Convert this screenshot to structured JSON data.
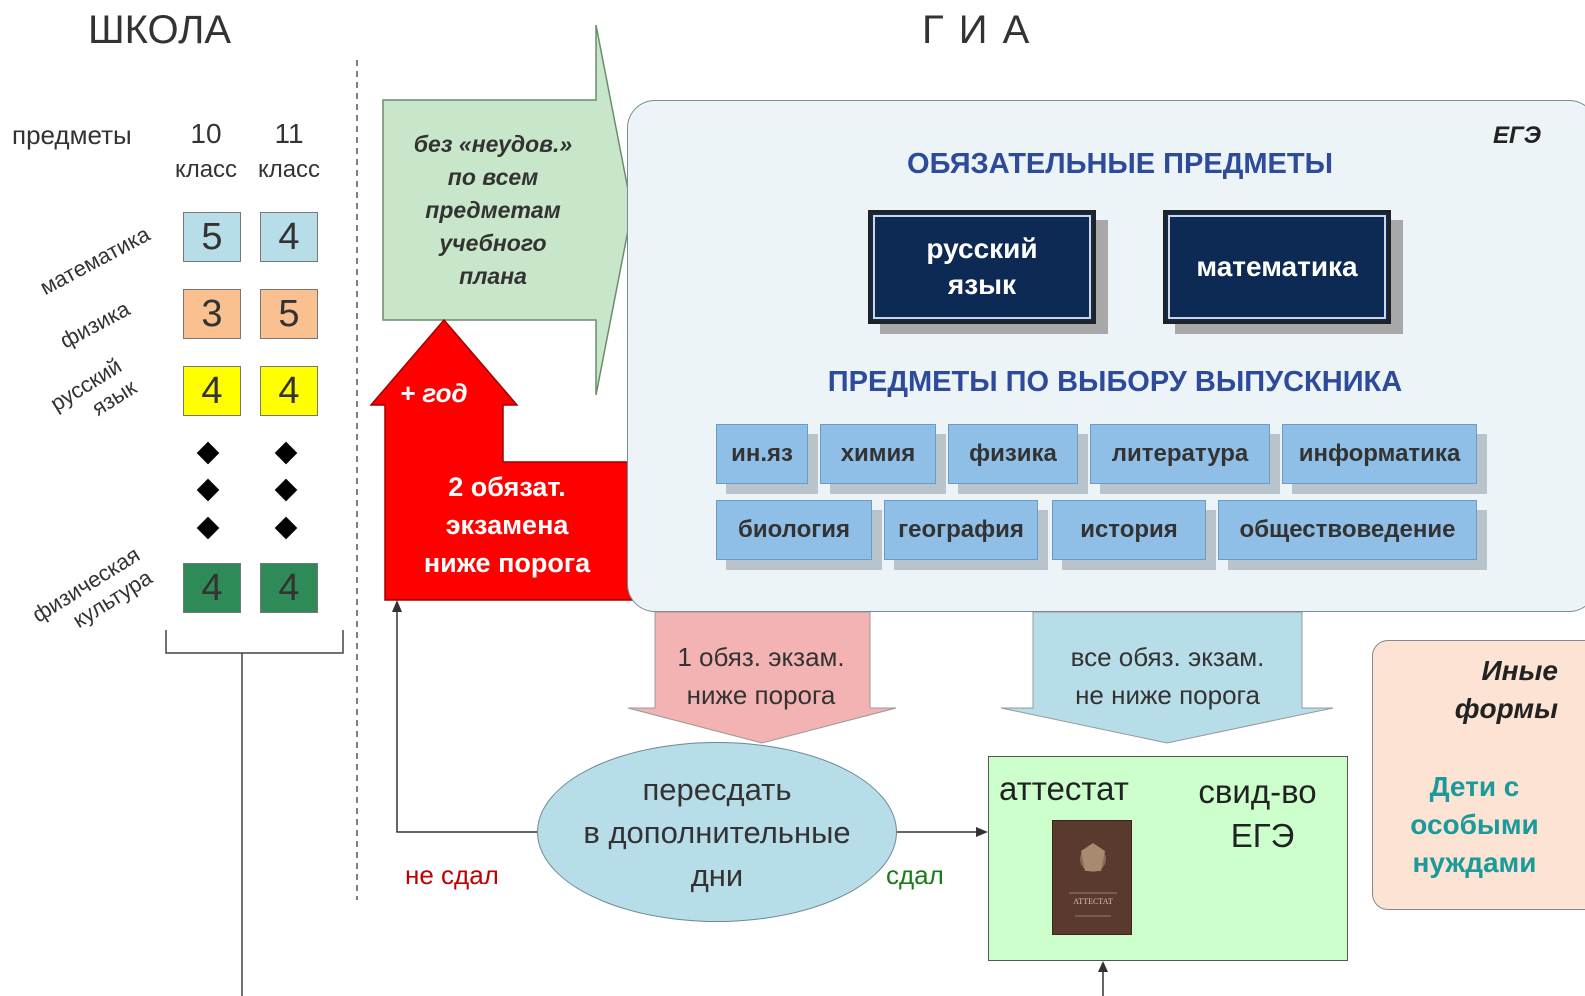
{
  "headers": {
    "school": "ШКОЛА",
    "gia": "Г И А"
  },
  "table": {
    "subjects_label": "предметы",
    "col10_num": "10",
    "col10_word": "класс",
    "col11_num": "11",
    "col11_word": "класс",
    "rows": [
      {
        "name": "математика",
        "g10": "5",
        "g11": "4",
        "color": "#b7dde8"
      },
      {
        "name": "физика",
        "g10": "3",
        "g11": "5",
        "color": "#fac090"
      },
      {
        "name_line1": "русский",
        "name_line2": "язык",
        "g10": "4",
        "g11": "4",
        "color": "#ffff00"
      },
      {
        "name_line1": "физическая",
        "name_line2": "культура",
        "g10": "4",
        "g11": "4",
        "color": "#2e8b57"
      }
    ]
  },
  "green_arrow": {
    "lines": [
      "без «неудов.»",
      "по всем",
      "предметам",
      "учебного",
      "плана"
    ]
  },
  "red_arrow": {
    "plus_year": "+ год",
    "lines": [
      "2 обязат.",
      "экзамена",
      "ниже порога"
    ]
  },
  "ege": {
    "tag": "ЕГЭ",
    "mandatory_title": "ОБЯЗАТЕЛЬНЫЕ ПРЕДМЕТЫ",
    "mandatory": [
      "русский язык",
      "математика"
    ],
    "mandatory_ru_line1": "русский",
    "mandatory_ru_line2": "язык",
    "elective_title": "ПРЕДМЕТЫ ПО ВЫБОРУ ВЫПУСКНИКА",
    "electives_row1": [
      "ин.яз",
      "химия",
      "физика",
      "литература",
      "информатика"
    ],
    "electives_row2": [
      "биология",
      "география",
      "история",
      "обществоведение"
    ]
  },
  "pink_arrow": {
    "line1": "1 обяз. экзам.",
    "line2": "ниже порога"
  },
  "blue_arrow": {
    "line1": "все обяз. экзам.",
    "line2": "не ниже порога"
  },
  "retake": {
    "line1": "пересдать",
    "line2": "в дополнительные",
    "line3": "дни"
  },
  "fail_label": "не сдал",
  "pass_label": "сдал",
  "result_box": {
    "attestat": "аттестат",
    "svid_line1": "свид-во",
    "svid_line2": "ЕГЭ",
    "doc_title": "АТТЕСТАТ"
  },
  "other_forms": {
    "line1": "Иные",
    "line2": "формы",
    "sub1": "Дети с",
    "sub2": "особыми",
    "sub3": "нуждами"
  },
  "colors": {
    "accent_title": "#2e4a9a",
    "red": "#ff0000",
    "green_arrow": "#c8e6c9",
    "panel": "#ecf4f7",
    "dark_chip": "#0d2a55",
    "chip": "#8fbfe6",
    "result": "#ccffcc",
    "other": "#fde3d3",
    "teal_text": "#1a9a9a"
  }
}
